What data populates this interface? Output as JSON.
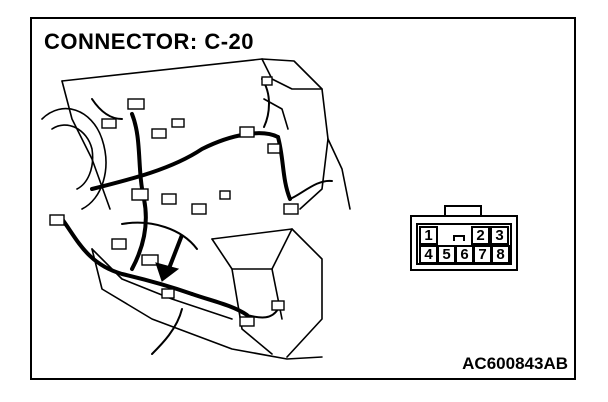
{
  "title": "CONNECTOR: C-20",
  "figure_code": "AC600843AB",
  "connector": {
    "top_row": [
      "1",
      "2",
      "3"
    ],
    "bottom_row": [
      "4",
      "5",
      "6",
      "7",
      "8"
    ]
  }
}
